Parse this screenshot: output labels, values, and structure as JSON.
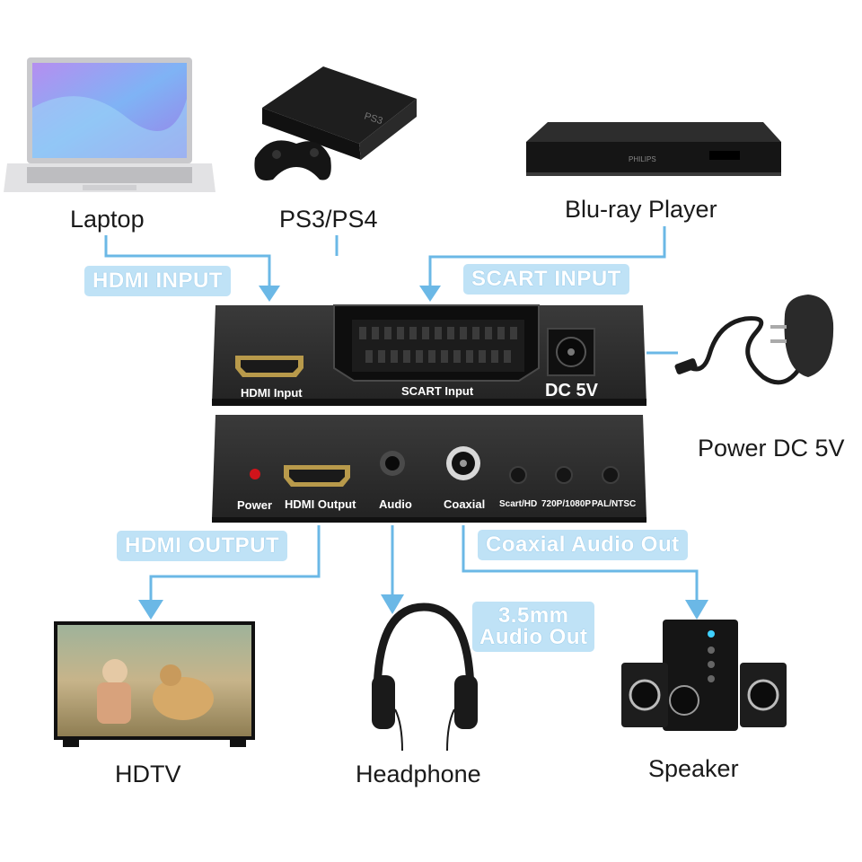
{
  "devices": {
    "laptop": "Laptop",
    "ps": "PS3/PS4",
    "bluray": "Blu-ray Player",
    "power": "Power DC 5V",
    "hdtv": "HDTV",
    "headphone": "Headphone",
    "speaker": "Speaker"
  },
  "tags": {
    "hdmi_input": "HDMI INPUT",
    "scart_input": "SCART INPUT",
    "hdmi_output": "HDMI OUTPUT",
    "coaxial_out": "Coaxial Audio Out",
    "audio_out_line1": "3.5mm",
    "audio_out_line2": "Audio Out"
  },
  "ports_top": {
    "hdmi_input": "HDMI Input",
    "scart_input": "SCART Input",
    "dc": "DC 5V"
  },
  "ports_bottom": {
    "power": "Power",
    "hdmi_output": "HDMI Output",
    "audio": "Audio",
    "coaxial": "Coaxial",
    "scart_hd": "Scart/HD",
    "res": "720P/1080P",
    "pal": "PAL/NTSC"
  },
  "colors": {
    "connector_line": "#6bb8e6",
    "tag_fill": "#bfe2f6",
    "device_body": "#2b2b2b",
    "power_led": "#d0141b"
  }
}
